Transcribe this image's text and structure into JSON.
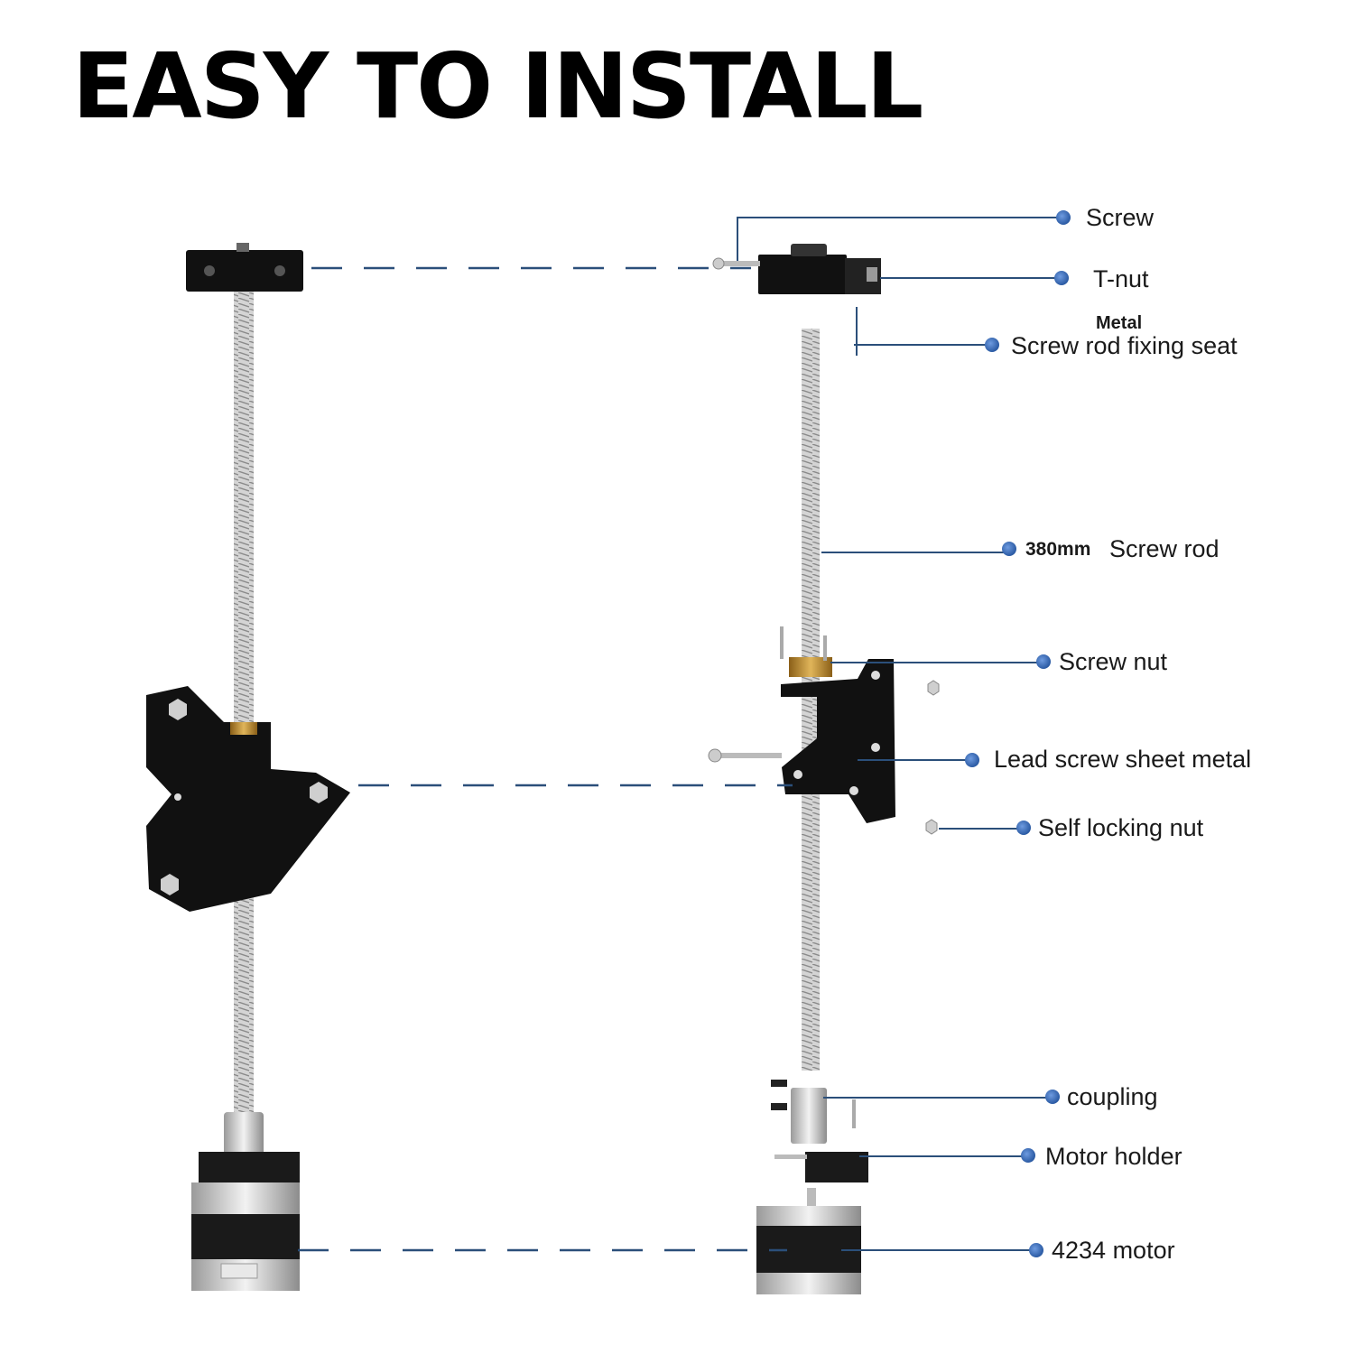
{
  "title": "EASY TO INSTALL",
  "labels": {
    "screw": "Screw",
    "t_nut": "T-nut",
    "metal": "Metal",
    "fixing_seat": "Screw rod fixing seat",
    "rod_length": "380mm",
    "rod": "Screw rod",
    "screw_nut": "Screw nut",
    "sheet_metal": "Lead screw sheet metal",
    "self_locking_nut": "Self locking nut",
    "coupling": "coupling",
    "motor_holder": "Motor holder",
    "motor": "4234 motor"
  },
  "colors": {
    "leader": "#2b4f7a",
    "dot": "#2d5fa8",
    "part_black": "#111111",
    "brass": "#b8862c",
    "rod": "#c8c8c8"
  }
}
